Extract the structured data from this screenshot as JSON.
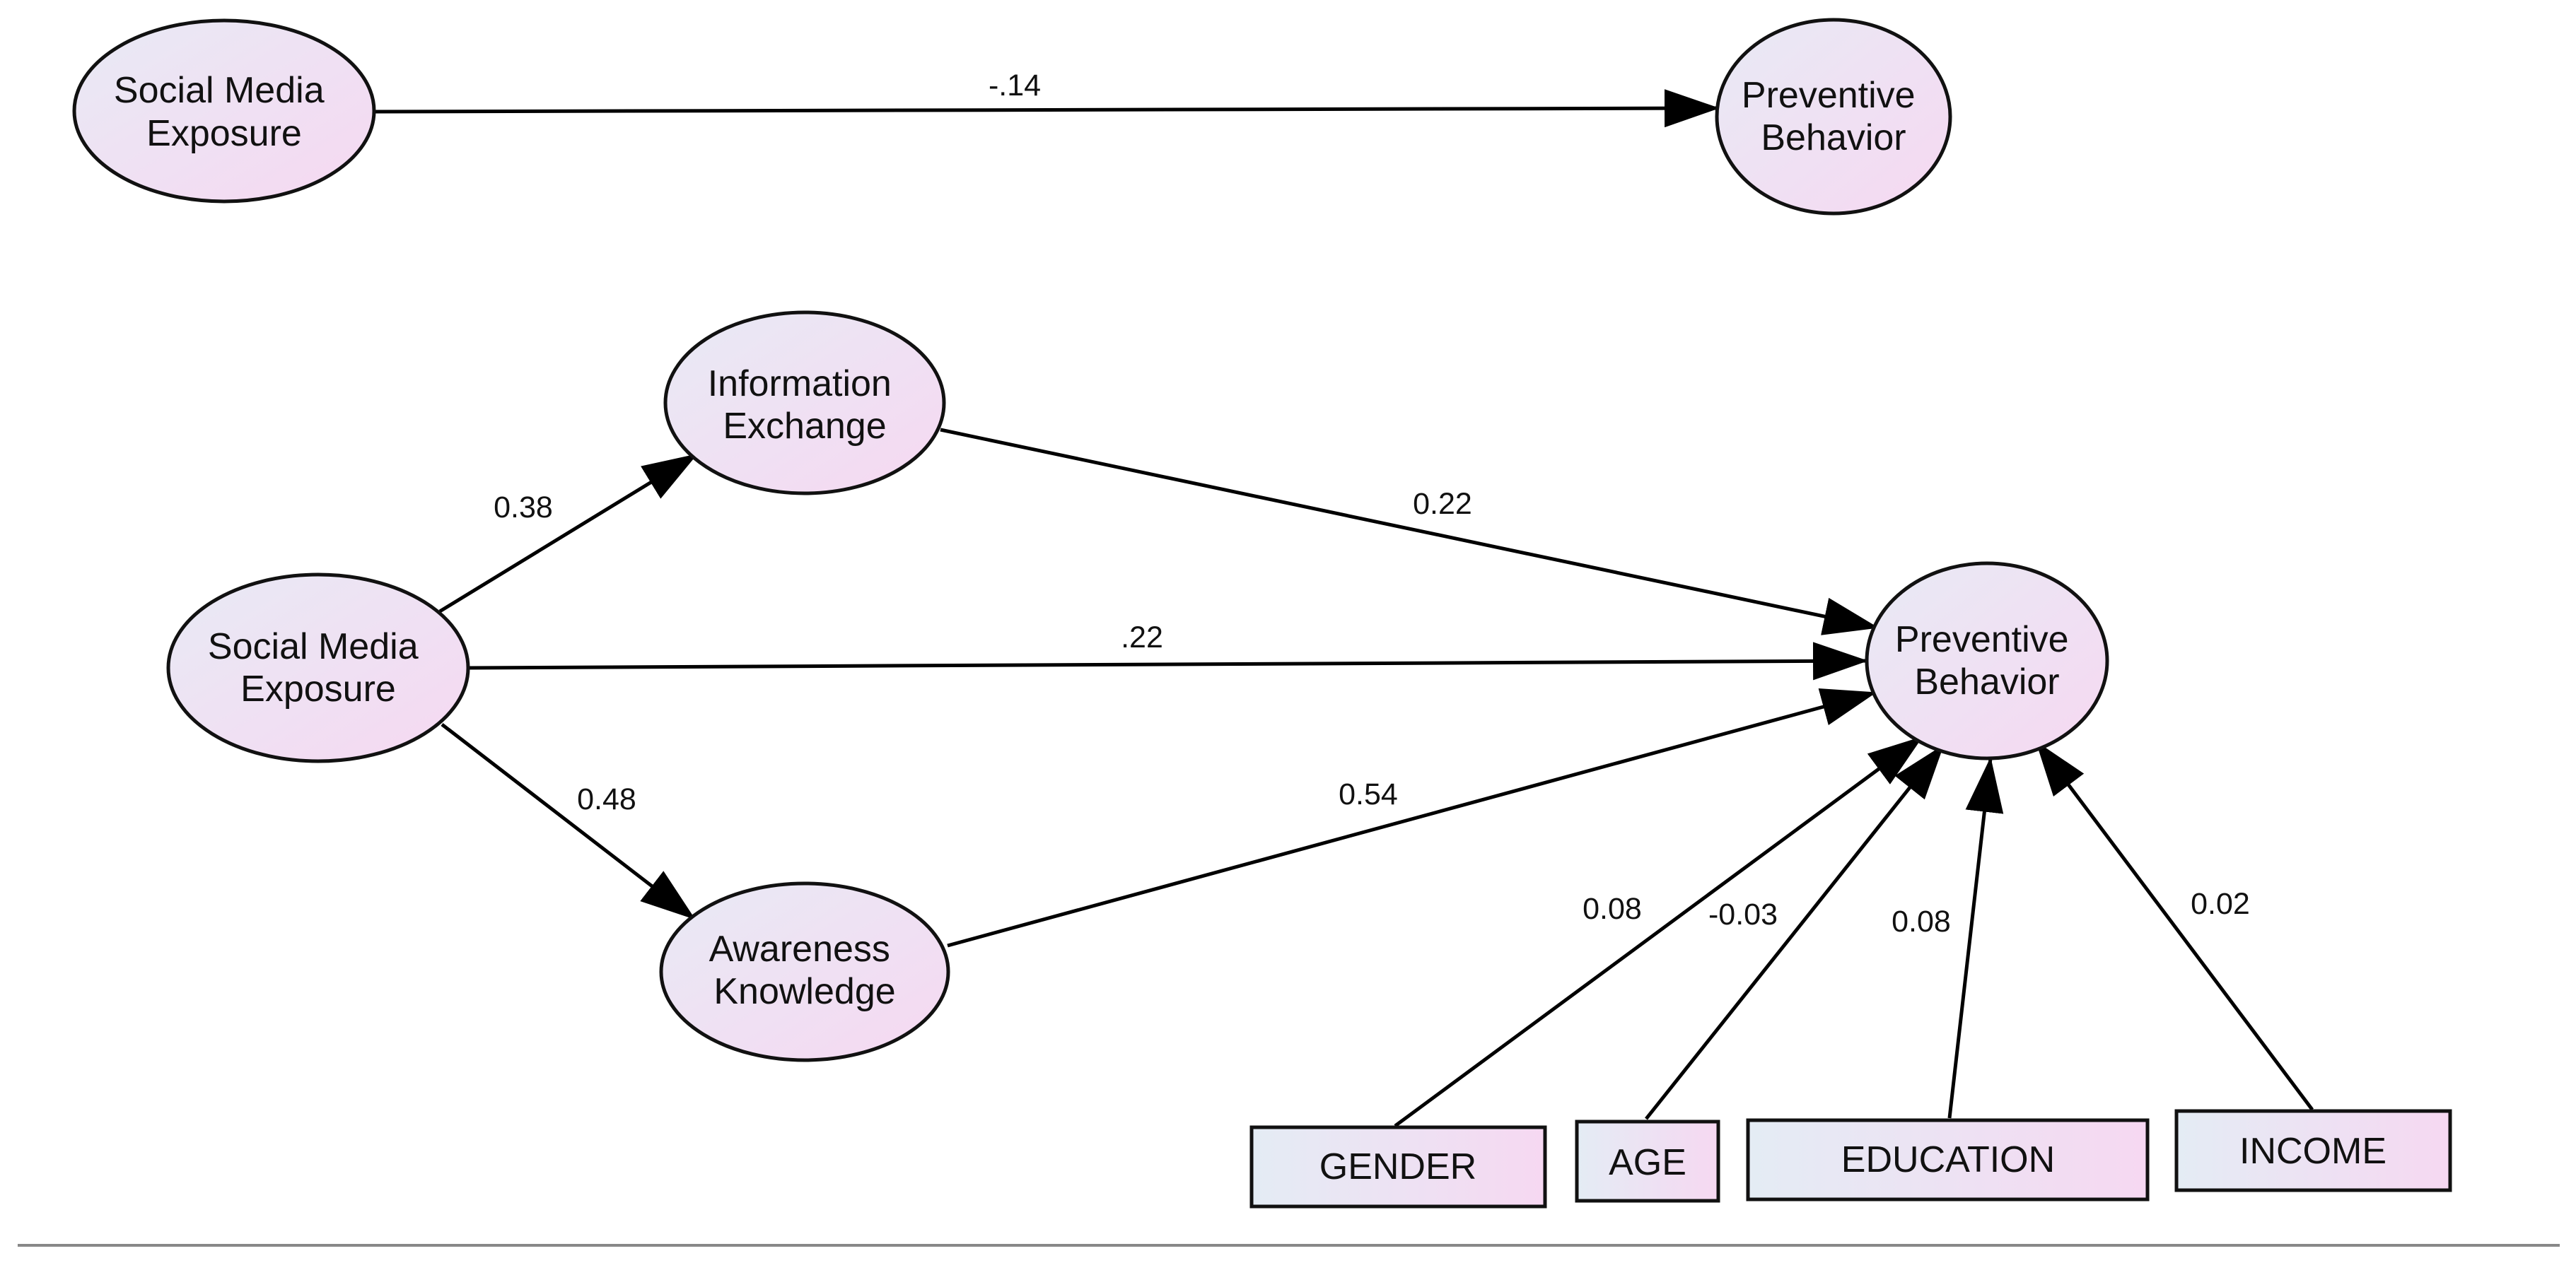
{
  "diagram": {
    "top_model": {
      "exposure": [
        "Social Media",
        "Exposure"
      ],
      "behavior": [
        "Preventive",
        "Behavior"
      ],
      "path_coef": "-.14"
    },
    "main_model": {
      "exposure": [
        "Social Media",
        "Exposure"
      ],
      "info_exchange": [
        "Information",
        "Exchange"
      ],
      "awareness": [
        "Awareness",
        "Knowledge"
      ],
      "behavior": [
        "Preventive",
        "Behavior"
      ],
      "coef_exposure_info": "0.38",
      "coef_info_behavior": "0.22",
      "coef_exposure_behavior": ".22",
      "coef_exposure_awareness": "0.48",
      "coef_awareness_behavior": "0.54"
    },
    "controls": [
      {
        "label": "GENDER",
        "coef": "0.08"
      },
      {
        "label": "AGE",
        "coef": "-0.03"
      },
      {
        "label": "EDUCATION",
        "coef": "0.08"
      },
      {
        "label": "INCOME",
        "coef": "0.02"
      }
    ],
    "colors": {
      "node_fill_start": "#e8eaf4",
      "node_fill_end": "#f6d8f2",
      "stroke": "#111111",
      "separator": "#888888"
    }
  }
}
